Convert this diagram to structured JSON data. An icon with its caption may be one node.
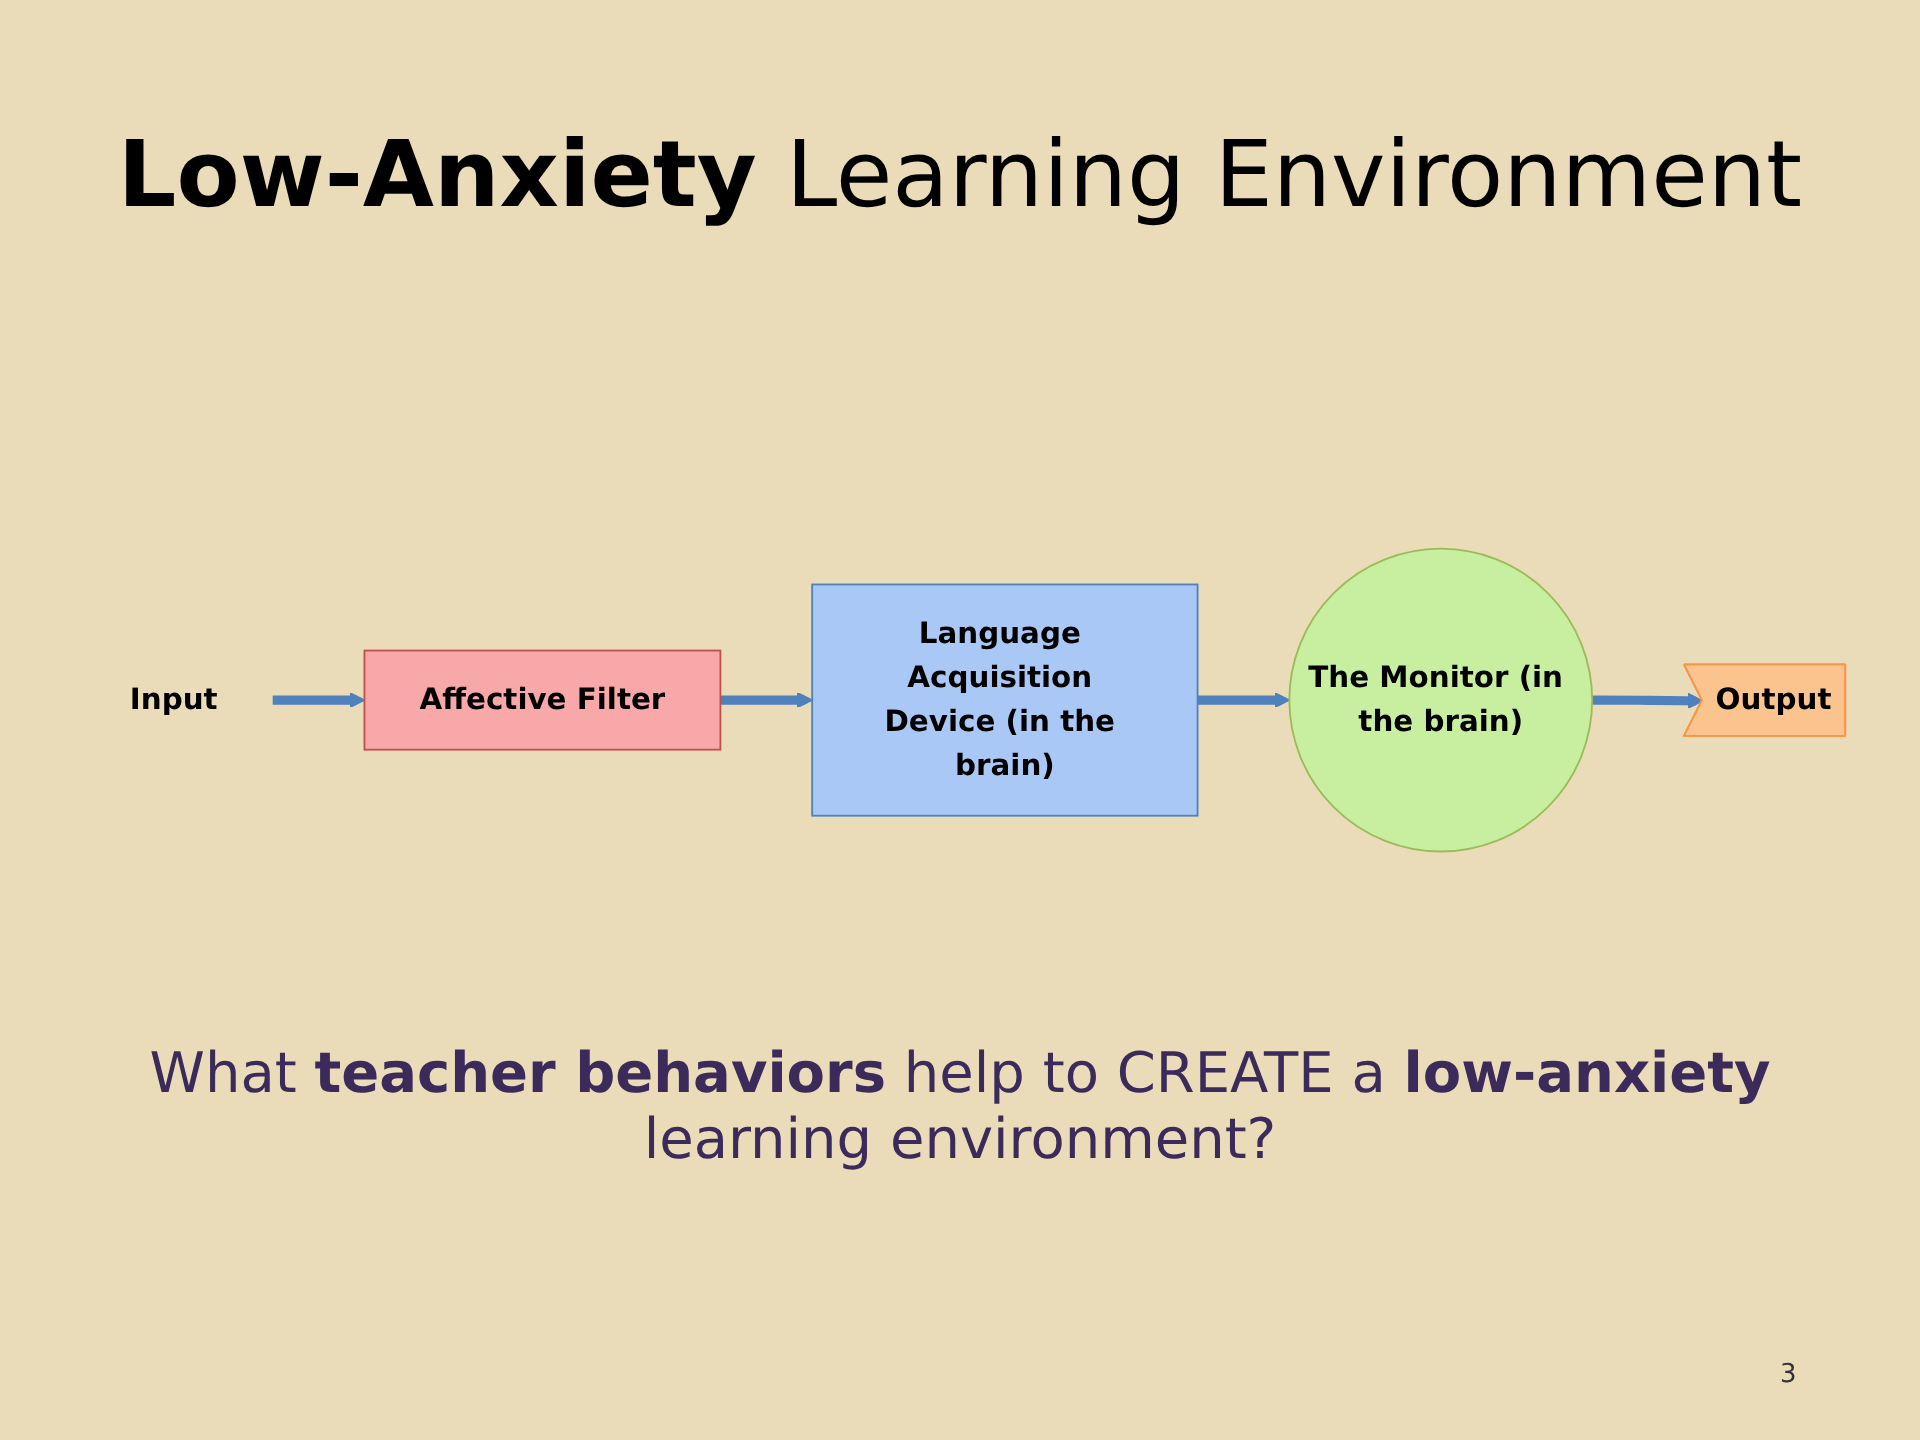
{
  "diagram": {
    "title": "**Low-Anxiety** Learning Environment",
    "nodes": [
      {
        "text": [
          "Input"
        ]
      },
      {
        "text": [
          "Affective Filter"
        ]
      },
      {
        "text": [
          "Language Acquisition Device (in the brain)"
        ]
      },
      {
        "text": [
          "The Monitor (in the brain)"
        ]
      },
      {
        "text": [
          "Output"
        ]
      }
    ],
    "edges": [
      {
        "from": 0,
        "to": 1,
        "arrow": "to"
      },
      {
        "from": 1,
        "to": 2,
        "arrow": "to"
      },
      {
        "from": 2,
        "to": 3,
        "arrow": "to"
      },
      {
        "from": 3,
        "to": 4,
        "arrow": "to"
      }
    ],
    "caption": "What **teacher behaviors** help to CREATE a **low-anxiety** learning environment?",
    "labels": [
      "3"
    ]
  }
}
